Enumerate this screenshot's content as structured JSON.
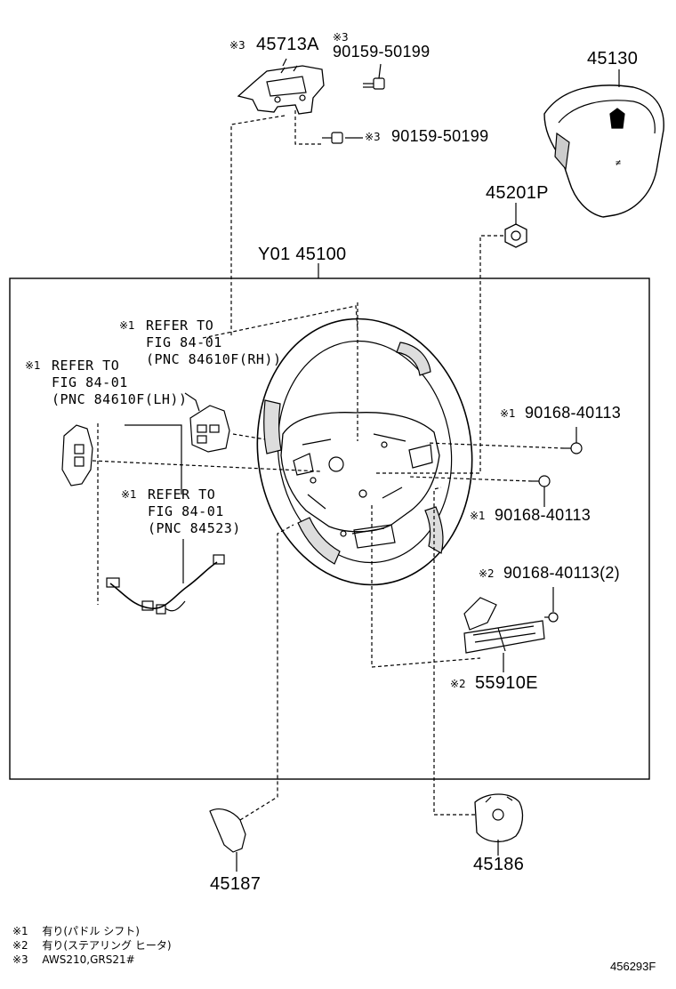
{
  "parts": {
    "p45713A": "45713A",
    "p90159_top": "90159-50199",
    "p90159_mid": "90159-50199",
    "p45130": "45130",
    "p45201P": "45201P",
    "assembly": "Y01 45100",
    "p90168_a": "90168-40113",
    "p90168_b": "90168-40113",
    "p90168_c": "90168-40113(2)",
    "p55910E": "55910E",
    "p45187": "45187",
    "p45186": "45186"
  },
  "refs": {
    "rh": [
      "REFER TO",
      "FIG 84-01",
      "(PNC 84610F(RH))"
    ],
    "lh": [
      "REFER TO",
      "FIG 84-01",
      "(PNC 84610F(LH))"
    ],
    "wire": [
      "REFER TO",
      "FIG 84-01",
      "(PNC 84523)"
    ]
  },
  "marks": {
    "m1": "※1",
    "m2": "※2",
    "m3": "※3"
  },
  "notes": [
    {
      "mark": "※1",
      "text": "有り(パドル シフト)"
    },
    {
      "mark": "※2",
      "text": "有り(ステアリング ヒータ)"
    },
    {
      "mark": "※3",
      "text": "AWS210,GRS21#"
    }
  ],
  "figure_code": "456293F"
}
